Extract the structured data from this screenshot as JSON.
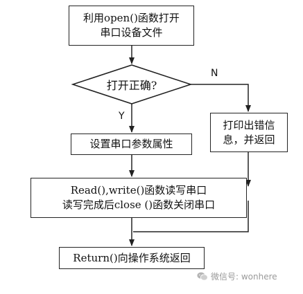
{
  "nodes": {
    "open_device": {
      "line1": "利用open()函数打开",
      "line2": "串口设备文件"
    },
    "open_ok": {
      "text": "打开正确?"
    },
    "print_error": {
      "line1": "打印出错信",
      "line2": "息，并返回"
    },
    "set_params": {
      "text": "设置串口参数属性"
    },
    "read_write": {
      "line1": "Read(),write()函数读写串口",
      "line2": "读写完成后close ()函数关闭串口"
    },
    "return_os": {
      "text": "Return()向操作系统返回"
    }
  },
  "edges": {
    "yes_label": "Y",
    "no_label": "N"
  },
  "watermark": {
    "text": "微信号: wonhere",
    "icon": "wechat-icon"
  }
}
